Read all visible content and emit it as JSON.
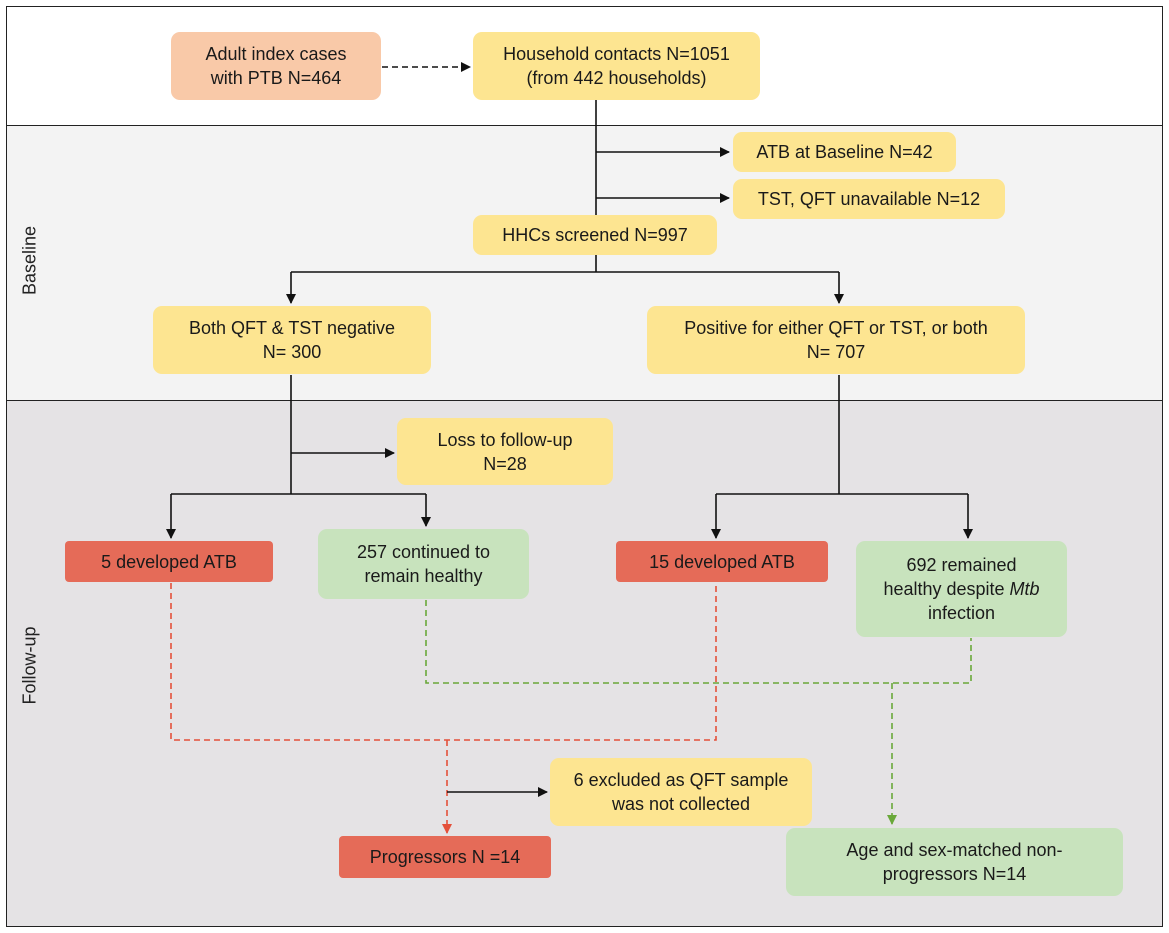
{
  "sections": {
    "baseline_label": "Baseline",
    "followup_label": "Follow-up"
  },
  "nodes": {
    "index_cases": "Adult index cases\nwith PTB N=464",
    "household_contacts": "Household contacts N=1051\n(from 442 households)",
    "atb_baseline": "ATB at Baseline N=42",
    "tst_qft_unavailable": "TST, QFT unavailable N=12",
    "hhcs_screened": "HHCs screened N=997",
    "both_negative": "Both QFT & TST negative\nN= 300",
    "positive_either": "Positive for either QFT or TST, or both\nN= 707",
    "loss_followup": "Loss to follow-up\nN=28",
    "neg_developed_atb": "5 developed ATB",
    "neg_remained_healthy": "257 continued to\nremain healthy",
    "pos_developed_atb": "15 developed ATB",
    "pos_remained_healthy_prefix": "692 remained\nhealthy despite ",
    "pos_remained_healthy_italic": "Mtb",
    "pos_remained_healthy_suffix": "\ninfection",
    "excluded_qft": "6 excluded as QFT sample\nwas not collected",
    "progressors": "Progressors N =14",
    "non_progressors": "Age and sex-matched non-\nprogressors N=14"
  },
  "colors": {
    "yellow": "#fde591",
    "orange": "#f9c9a8",
    "red": "#e56b58",
    "green": "#c8e3bd",
    "dashed_red": "#e4503a",
    "dashed_green": "#6aa83a",
    "line": "#111111"
  }
}
